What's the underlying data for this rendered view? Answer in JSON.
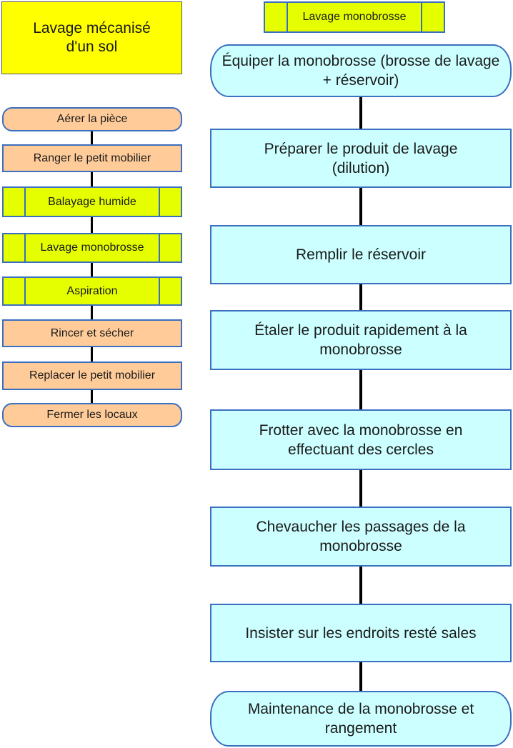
{
  "title": "Lavage mécanisé\nd'un sol",
  "left_steps": [
    {
      "label": "Aérer la pièce",
      "kind": "terminator"
    },
    {
      "label": "Ranger le petit mobilier",
      "kind": "process"
    },
    {
      "label": "Balayage humide",
      "kind": "subprocess"
    },
    {
      "label": "Lavage monobrosse",
      "kind": "subprocess"
    },
    {
      "label": "Aspiration",
      "kind": "subprocess"
    },
    {
      "label": "Rincer et sécher",
      "kind": "process"
    },
    {
      "label": "Replacer le petit mobilier",
      "kind": "process"
    },
    {
      "label": "Fermer les locaux",
      "kind": "terminator"
    }
  ],
  "right_header": "Lavage monobrosse",
  "right_steps": [
    {
      "label": "Équiper la monobrosse (brosse de lavage + réservoir)",
      "kind": "terminator"
    },
    {
      "label": "Préparer le produit de lavage (dilution)",
      "kind": "process"
    },
    {
      "label": "Remplir le réservoir",
      "kind": "process"
    },
    {
      "label": "Étaler le produit rapidement à la monobrosse",
      "kind": "process"
    },
    {
      "label": "Frotter avec la monobrosse en effectuant des cercles",
      "kind": "process"
    },
    {
      "label": "Chevaucher les passages de la monobrosse",
      "kind": "process"
    },
    {
      "label": "Insister sur les endroits resté sales",
      "kind": "process"
    },
    {
      "label": "Maintenance de la monobrosse et rangement",
      "kind": "terminator"
    }
  ],
  "colors": {
    "title_fill": "#ffff00",
    "process_fill_left": "#ffcc99",
    "subprocess_fill": "#e5ff00",
    "process_fill_right": "#ccffff",
    "border": "#3b6fbf",
    "connector": "#000000"
  }
}
